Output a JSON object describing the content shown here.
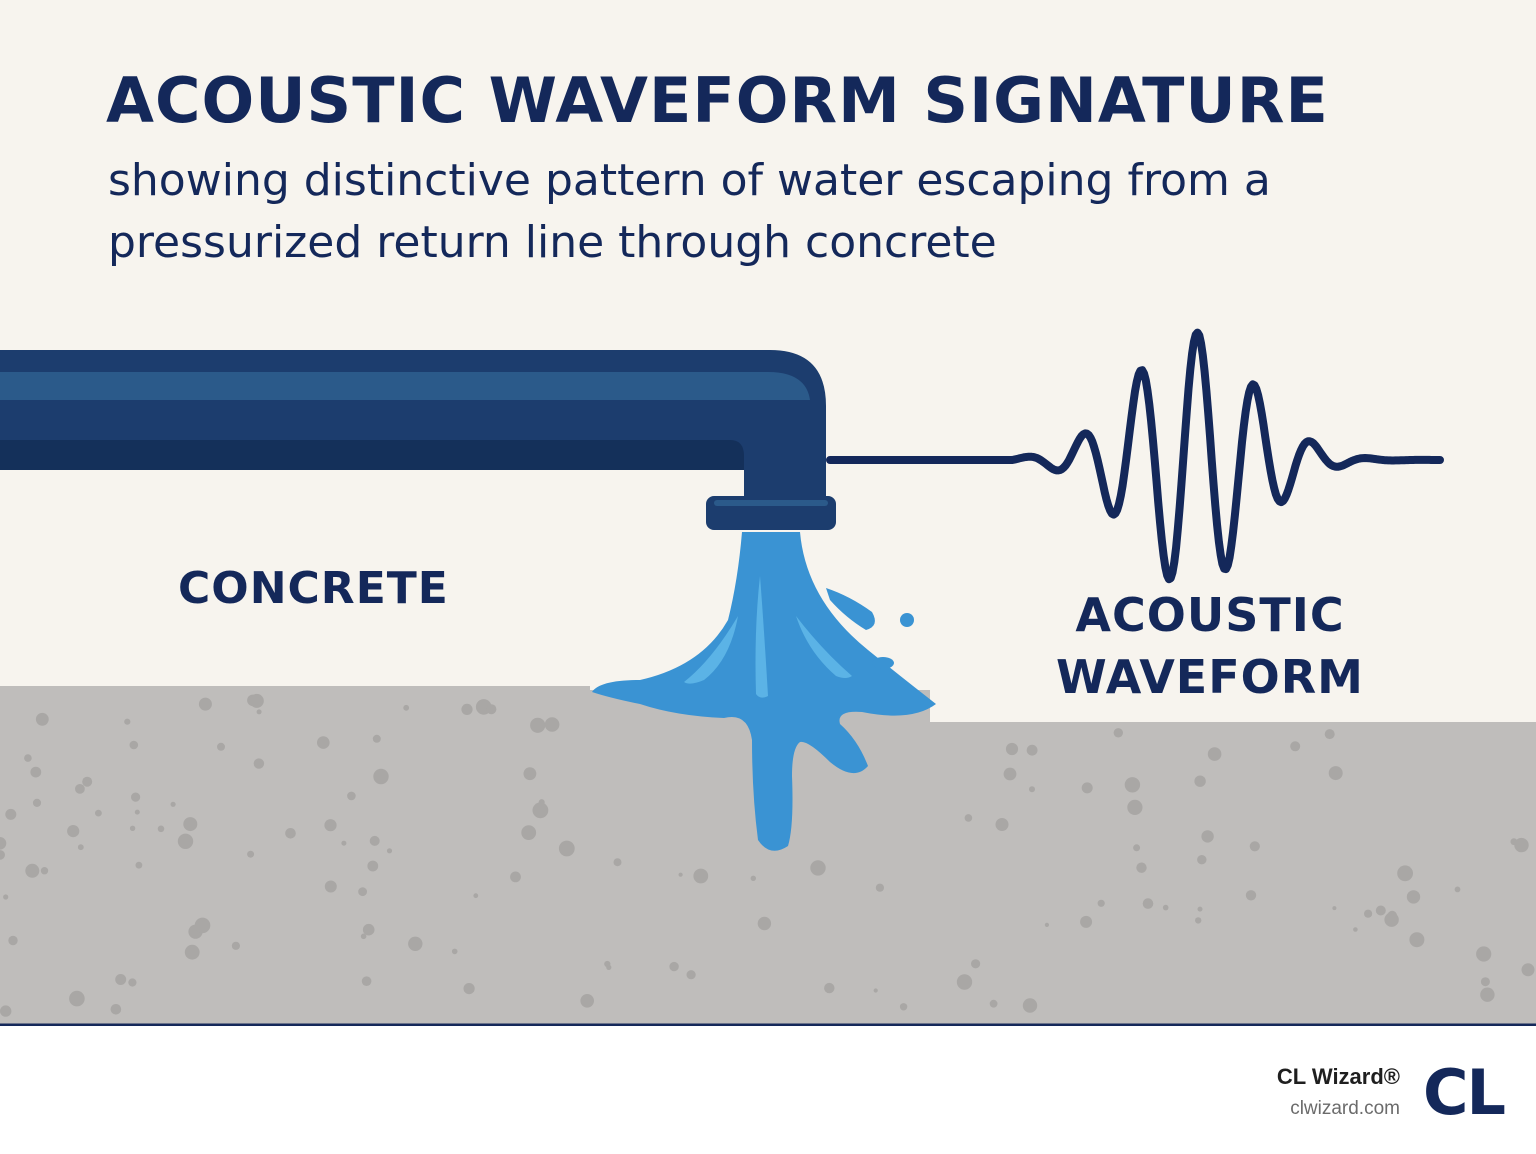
{
  "header": {
    "title": "ACOUSTIC WAVEFORM SIGNATURE",
    "subtitle": "showing distinctive pattern of water escaping from a pressurized return line through concrete"
  },
  "labels": {
    "concrete": "CONCRETE",
    "waveform": "ACOUSTIC WAVEFORM"
  },
  "footer": {
    "brand_name": "CL Wizard®",
    "brand_url": "clwizard.com",
    "logo_text": "CL"
  },
  "colors": {
    "background": "#f7f4ee",
    "navy": "#14285a",
    "pipe": "#1c3d6e",
    "water": "#3a93d3",
    "concrete": "#bfbdbb"
  }
}
